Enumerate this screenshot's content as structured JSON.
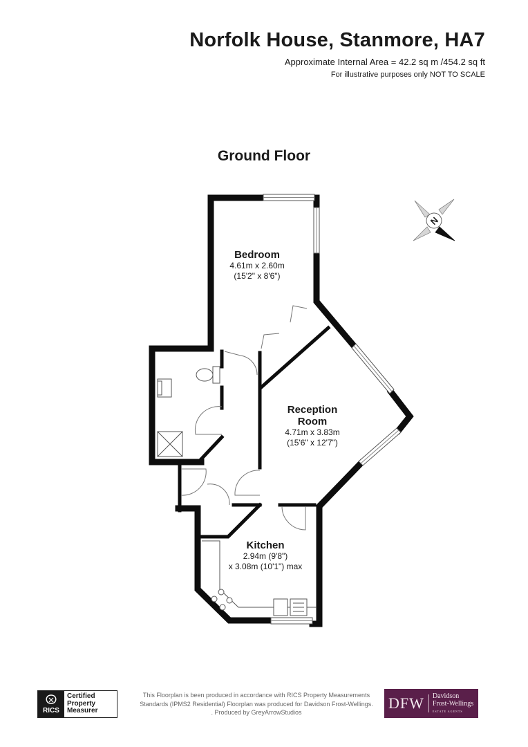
{
  "header": {
    "title": "Norfolk House, Stanmore, HA7",
    "area": "Approximate Internal Area = 42.2 sq m /454.2 sq ft",
    "disclaimer": "For illustrative purposes only NOT TO SCALE"
  },
  "floor": {
    "title": "Ground Floor"
  },
  "rooms": {
    "bedroom": {
      "name": "Bedroom",
      "dim_m": "4.61m x 2.60m",
      "dim_ft": "(15'2\" x 8'6\")"
    },
    "reception": {
      "name": "Reception",
      "name2": "Room",
      "dim_m": "4.71m x 3.83m",
      "dim_ft": "(15'6\" x 12'7\")"
    },
    "kitchen": {
      "name": "Kitchen",
      "dim_1": "2.94m (9'8\")",
      "dim_2": "x 3.08m (10'1\") max"
    }
  },
  "compass": {
    "letter": "N"
  },
  "footer": {
    "badge_logo": "RICS",
    "badge_line1": "Certified",
    "badge_line2": "Property",
    "badge_line3": "Measurer",
    "note_line1": "This Floorplan is been produced in accordance with RICS Property Measurements",
    "note_line2": "Standards (IPMS2 Residential) Floorplan was produced for Davidson Frost-Wellings.",
    "note_line3": ". Produced by GreyArrowStudios",
    "brand_mark": "DFW",
    "brand_line1": "Davidson",
    "brand_line2": "Frost-Wellings",
    "brand_sub": "ESTATE AGENTS"
  },
  "colors": {
    "wall": "#0d0d0d",
    "brand": "#5a1f4a",
    "window": "#b8c4c8"
  }
}
